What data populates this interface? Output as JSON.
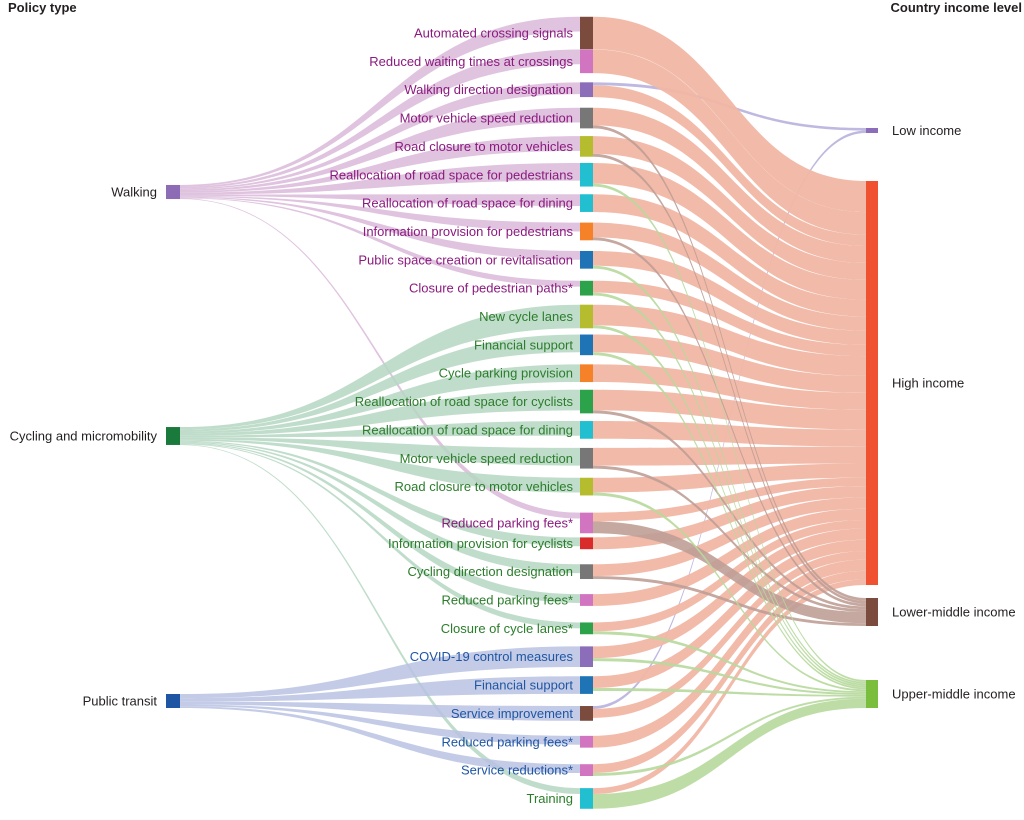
{
  "chart_data": {
    "type": "sankey",
    "headers": {
      "left": "Policy type",
      "right": "Country income level"
    },
    "sources": [
      {
        "id": "walking",
        "label": "Walking",
        "color": "#8e6bb5",
        "flow_color": "#d9b8d9"
      },
      {
        "id": "cycling",
        "label": "Cycling and micromobility",
        "color": "#1a7a3c",
        "flow_color": "#b5d7c2"
      },
      {
        "id": "transit",
        "label": "Public transit",
        "color": "#1f56a3",
        "flow_color": "#b8c2e3"
      }
    ],
    "policies": [
      {
        "label": "Automated crossing signals",
        "group": "walking",
        "color": "#7b4b3e"
      },
      {
        "label": "Reduced waiting times at crossings",
        "group": "walking",
        "color": "#d275c0"
      },
      {
        "label": "Walking direction designation",
        "group": "walking",
        "color": "#8c6dba"
      },
      {
        "label": "Motor vehicle speed reduction",
        "group": "walking",
        "color": "#777777"
      },
      {
        "label": "Road closure to motor vehicles",
        "group": "walking",
        "color": "#b5bd2e"
      },
      {
        "label": "Reallocation of road space for pedestrians",
        "group": "walking",
        "color": "#22bfd0"
      },
      {
        "label": "Reallocation of road space for dining",
        "group": "walking",
        "color": "#22bfd0"
      },
      {
        "label": "Information provision for pedestrians",
        "group": "walking",
        "color": "#f58228"
      },
      {
        "label": "Public space creation or revitalisation",
        "group": "walking",
        "color": "#1f74b5"
      },
      {
        "label": "Closure of pedestrian paths*",
        "group": "walking",
        "color": "#2ca24a"
      },
      {
        "label": "New cycle lanes",
        "group": "cycling",
        "color": "#b5bd2e"
      },
      {
        "label": "Financial support",
        "group": "cycling",
        "color": "#1f74b5"
      },
      {
        "label": "Cycle parking provision",
        "group": "cycling",
        "color": "#f58228"
      },
      {
        "label": "Reallocation of road space for cyclists",
        "group": "cycling",
        "color": "#2ca24a"
      },
      {
        "label": "Reallocation of road space for dining",
        "group": "cycling",
        "color": "#22bfd0"
      },
      {
        "label": "Motor vehicle speed reduction",
        "group": "cycling",
        "color": "#777777"
      },
      {
        "label": "Road closure to motor vehicles",
        "group": "cycling",
        "color": "#b5bd2e"
      },
      {
        "label": "Reduced parking fees*",
        "group": "walking",
        "color": "#d275c0"
      },
      {
        "label": "Information provision for cyclists",
        "group": "cycling",
        "color": "#d92b2b"
      },
      {
        "label": "Cycling direction designation",
        "group": "cycling",
        "color": "#777777"
      },
      {
        "label": "Reduced parking fees*",
        "group": "cycling",
        "color": "#d275c0"
      },
      {
        "label": "Closure of cycle lanes*",
        "group": "cycling",
        "color": "#2ca24a"
      },
      {
        "label": "COVID-19 control measures",
        "group": "transit",
        "color": "#8c6dba"
      },
      {
        "label": "Financial support",
        "group": "transit",
        "color": "#1f74b5"
      },
      {
        "label": "Service improvement",
        "group": "transit",
        "color": "#7b4b3e"
      },
      {
        "label": "Reduced parking fees*",
        "group": "transit",
        "color": "#d275c0"
      },
      {
        "label": "Service reductions*",
        "group": "transit",
        "color": "#d275c0"
      },
      {
        "label": "Training",
        "group": "cycling",
        "color": "#22bfd0"
      }
    ],
    "group_label_colors": {
      "walking": "#8b1a7f",
      "cycling": "#2b7d2b",
      "transit": "#1f56a3"
    },
    "targets": [
      {
        "id": "low",
        "label": "Low income",
        "color": "#8c6dba",
        "flow_color": "#b8b0dd"
      },
      {
        "id": "high",
        "label": "High income",
        "color": "#f05131",
        "flow_color": "#f1b6a4"
      },
      {
        "id": "lmi",
        "label": "Lower-middle income",
        "color": "#7b4b3e",
        "flow_color": "#bf9f96"
      },
      {
        "id": "umi",
        "label": "Upper-middle income",
        "color": "#7bbd3c",
        "flow_color": "#b7d99c"
      }
    ],
    "flows_in": [
      [
        0,
        0,
        5
      ],
      [
        0,
        1,
        5
      ],
      [
        0,
        2,
        4
      ],
      [
        0,
        3,
        5
      ],
      [
        0,
        4,
        5
      ],
      [
        0,
        5,
        6
      ],
      [
        0,
        6,
        4
      ],
      [
        0,
        7,
        3
      ],
      [
        0,
        8,
        3
      ],
      [
        0,
        9,
        2
      ],
      [
        0,
        17,
        2
      ],
      [
        1,
        10,
        8
      ],
      [
        1,
        11,
        6
      ],
      [
        1,
        12,
        6
      ],
      [
        1,
        13,
        7
      ],
      [
        1,
        14,
        5
      ],
      [
        1,
        15,
        6
      ],
      [
        1,
        16,
        5
      ],
      [
        1,
        18,
        3
      ],
      [
        1,
        19,
        3
      ],
      [
        1,
        20,
        3
      ],
      [
        1,
        21,
        2
      ],
      [
        1,
        27,
        2
      ],
      [
        2,
        22,
        7
      ],
      [
        2,
        23,
        6
      ],
      [
        2,
        24,
        5
      ],
      [
        2,
        25,
        3
      ],
      [
        2,
        26,
        3
      ]
    ],
    "flows_out": [
      [
        0,
        1,
        11
      ],
      [
        1,
        1,
        8
      ],
      [
        2,
        1,
        4
      ],
      [
        2,
        0,
        1
      ],
      [
        3,
        1,
        6
      ],
      [
        3,
        2,
        1
      ],
      [
        4,
        1,
        6
      ],
      [
        4,
        2,
        1
      ],
      [
        5,
        1,
        7
      ],
      [
        5,
        3,
        1
      ],
      [
        6,
        1,
        6
      ],
      [
        7,
        1,
        5
      ],
      [
        7,
        2,
        1
      ],
      [
        8,
        1,
        5
      ],
      [
        8,
        3,
        1
      ],
      [
        9,
        1,
        4
      ],
      [
        9,
        3,
        1
      ],
      [
        10,
        1,
        7
      ],
      [
        10,
        3,
        1
      ],
      [
        11,
        1,
        6
      ],
      [
        11,
        3,
        1
      ],
      [
        12,
        1,
        6
      ],
      [
        13,
        1,
        7
      ],
      [
        13,
        2,
        1
      ],
      [
        14,
        1,
        6
      ],
      [
        15,
        1,
        6
      ],
      [
        15,
        2,
        1
      ],
      [
        16,
        1,
        5
      ],
      [
        16,
        3,
        1
      ],
      [
        17,
        1,
        3
      ],
      [
        17,
        2,
        4
      ],
      [
        18,
        1,
        4
      ],
      [
        19,
        1,
        4
      ],
      [
        19,
        2,
        1
      ],
      [
        20,
        1,
        4
      ],
      [
        21,
        1,
        3
      ],
      [
        21,
        3,
        1
      ],
      [
        22,
        1,
        4
      ],
      [
        22,
        3,
        1
      ],
      [
        23,
        1,
        4
      ],
      [
        23,
        3,
        1
      ],
      [
        24,
        1,
        3
      ],
      [
        24,
        0,
        1
      ],
      [
        25,
        1,
        4
      ],
      [
        26,
        1,
        3
      ],
      [
        26,
        3,
        1
      ],
      [
        27,
        1,
        2
      ],
      [
        27,
        3,
        5
      ]
    ]
  }
}
